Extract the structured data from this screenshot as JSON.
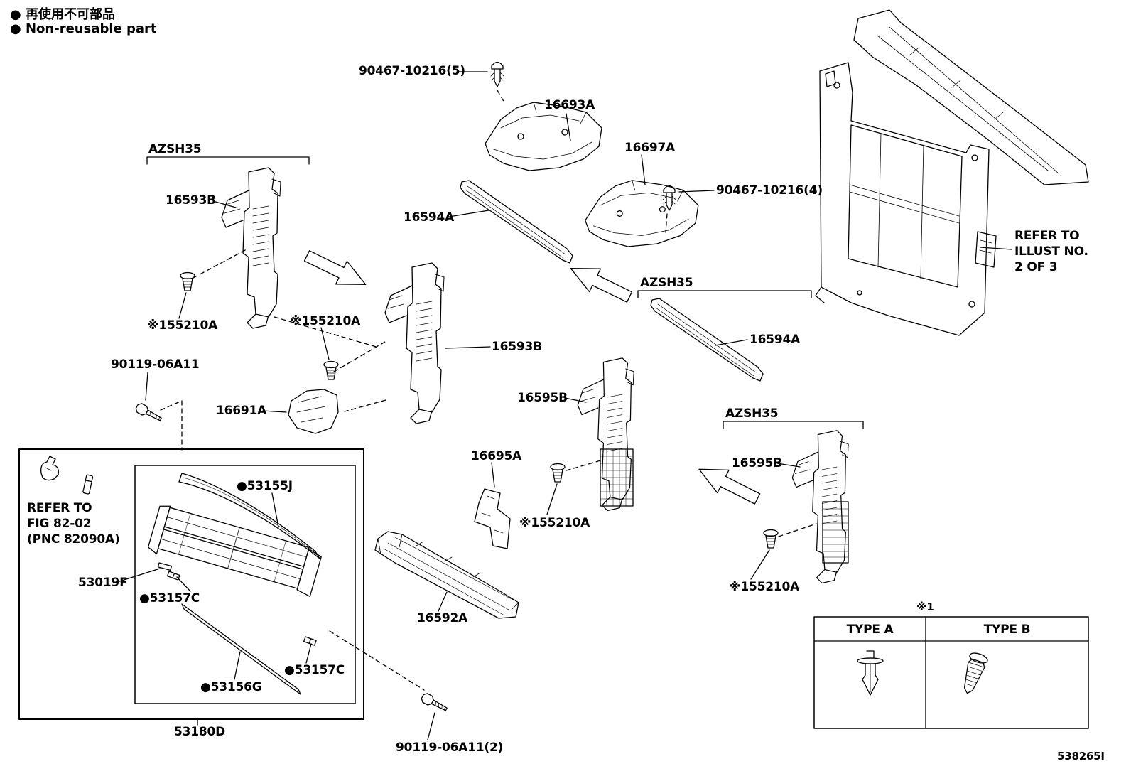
{
  "legend": {
    "jp": "● 再使用不可部品",
    "en": "● Non-reusable part"
  },
  "labels": {
    "clip5": "90467-10216(5)",
    "clip4": "90467-10216(4)",
    "cover1": "16693A",
    "cover2": "16697A",
    "azsh35": "AZSH35",
    "b16593": "16593B",
    "s16594": "16594A",
    "g55210": "※155210A",
    "bolt1": "90119-06A11",
    "duct16691": "16691A",
    "b16595": "16595B",
    "sp16695": "16695A",
    "strip53155": "●53155J",
    "clip53019": "53019F",
    "clip53157": "●53157C",
    "rod53156": "●53156G",
    "assy53180": "53180D",
    "s16592": "16592A",
    "bolt2": "90119-06A11(2)",
    "note1": "※1",
    "type_a": "TYPE A",
    "type_b": "TYPE B",
    "figure_code": "538265I",
    "refer_illust": [
      "REFER TO",
      "ILLUST NO.",
      "2 OF 3"
    ],
    "refer_fig": [
      "REFER TO",
      "FIG 82-02",
      "(PNC 82090A)"
    ]
  }
}
